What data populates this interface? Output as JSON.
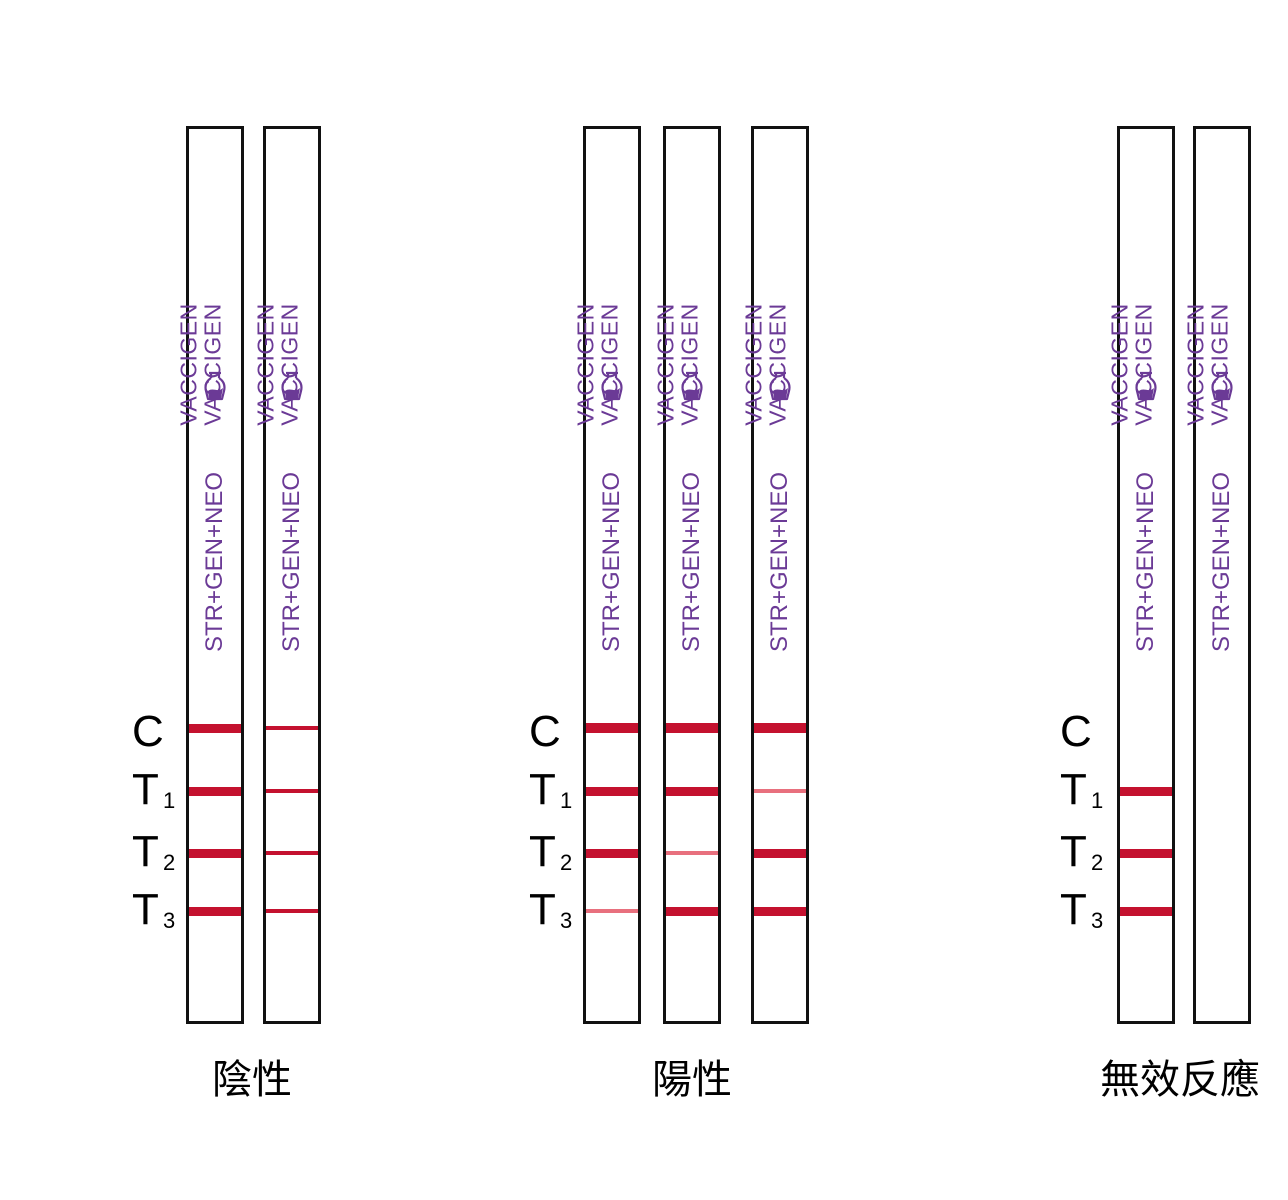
{
  "colors": {
    "strip_border": "#111111",
    "text_purple": "#6b3a96",
    "band_strong": "#c4112f",
    "band_faint": "#e8707e"
  },
  "strip_texts": {
    "brand": "VACCIGEN",
    "code": "STR+GEN+NEO",
    "logo_icon": "bottle-logo-icon"
  },
  "band_labels": [
    {
      "main": "C",
      "sub": ""
    },
    {
      "main": "T",
      "sub": "1"
    },
    {
      "main": "T",
      "sub": "2"
    },
    {
      "main": "T",
      "sub": "3"
    }
  ],
  "groups": [
    {
      "caption": "陰性",
      "strips": [
        {
          "bands": [
            "strong",
            "strong",
            "strong",
            "strong"
          ]
        },
        {
          "bands": [
            "thin",
            "thin",
            "thin",
            "thin"
          ]
        }
      ]
    },
    {
      "caption": "陽性",
      "strips": [
        {
          "bands": [
            "heavy",
            "strong",
            "strong",
            "faint"
          ]
        },
        {
          "bands": [
            "heavy",
            "strong",
            "faint",
            "strong"
          ]
        },
        {
          "bands": [
            "heavy",
            "faint",
            "strong",
            "strong"
          ]
        }
      ]
    },
    {
      "caption": "無效反應",
      "strips": [
        {
          "bands": [
            "none",
            "strong",
            "strong",
            "strong"
          ]
        },
        {
          "bands": [
            "none",
            "none",
            "none",
            "none"
          ]
        }
      ]
    }
  ]
}
